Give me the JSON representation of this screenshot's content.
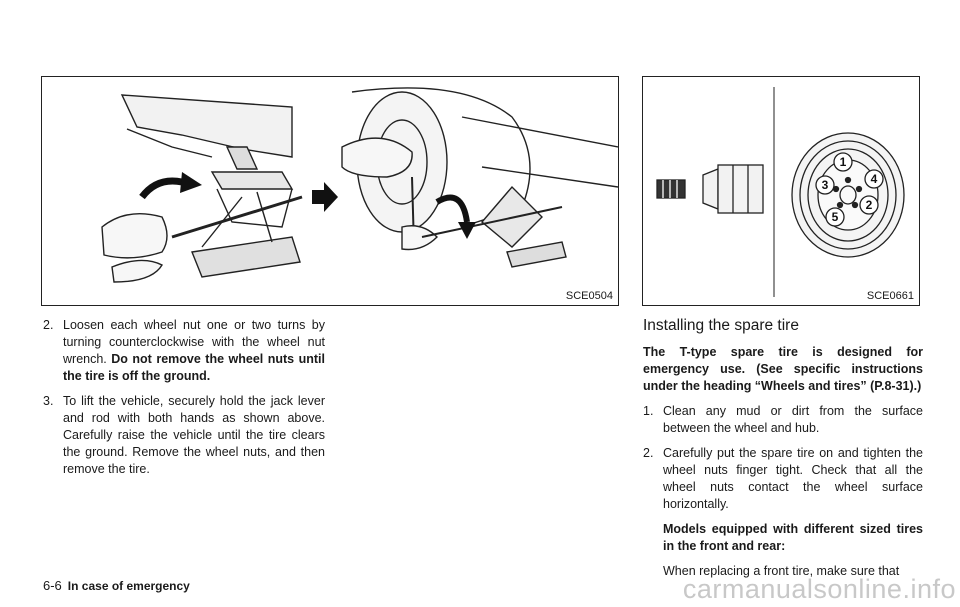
{
  "figures": {
    "left": {
      "code": "SCE0504"
    },
    "right": {
      "code": "SCE0661",
      "nut_order_labels": [
        "1",
        "2",
        "3",
        "4",
        "5"
      ]
    }
  },
  "left_column": {
    "steps": [
      {
        "num": "2.",
        "text": "Loosen each wheel nut one or two turns by turning counterclockwise with the wheel nut wrench. ",
        "bold": "Do not remove the wheel nuts until the tire is off the ground."
      },
      {
        "num": "3.",
        "text": "To lift the vehicle, securely hold the jack lever and rod with both hands as shown above. Carefully raise the vehicle until the tire clears the ground. Remove the wheel nuts, and then remove the tire."
      }
    ]
  },
  "right_column": {
    "section_title": "Installing the spare tire",
    "intro_bold": "The T-type spare tire is designed for emergency use. (See specific instructions under the heading “Wheels and tires” (P.8-31).)",
    "steps": [
      {
        "num": "1.",
        "text": "Clean any mud or dirt from the surface between the wheel and hub."
      },
      {
        "num": "2.",
        "text": "Carefully put the spare tire on and tighten the wheel nuts finger tight. Check that all the wheel nuts contact the wheel surface horizontally."
      }
    ],
    "models_bold": "Models equipped with different sized tires in the front and rear:",
    "continuation": "When replacing a front tire, make sure that"
  },
  "footer": {
    "page": "6-6",
    "section": "In case of emergency"
  },
  "watermark": "carmanualsonline.info"
}
